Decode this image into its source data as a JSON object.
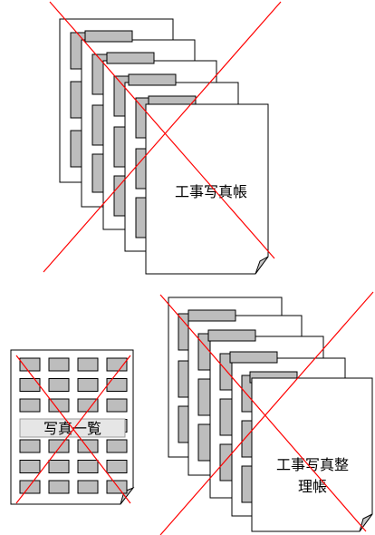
{
  "stacks": [
    {
      "id": "koji-shashin-cho",
      "label_lines": [
        "工事写真帳"
      ],
      "status": "rejected"
    },
    {
      "id": "shashin-ichiran",
      "label_lines": [
        "写真一覧"
      ],
      "status": "rejected"
    },
    {
      "id": "koji-shashin-seiri-cho",
      "label_lines": [
        "工事写真整",
        "理帳"
      ],
      "status": "rejected"
    }
  ],
  "colors": {
    "cross": "#ff0000",
    "paper": "#ffffff",
    "photo_placeholder": "#bdbdbd",
    "outline": "#000000"
  },
  "icons": {
    "reject_mark": "red-x-cross",
    "page_corner": "folded-corner"
  }
}
